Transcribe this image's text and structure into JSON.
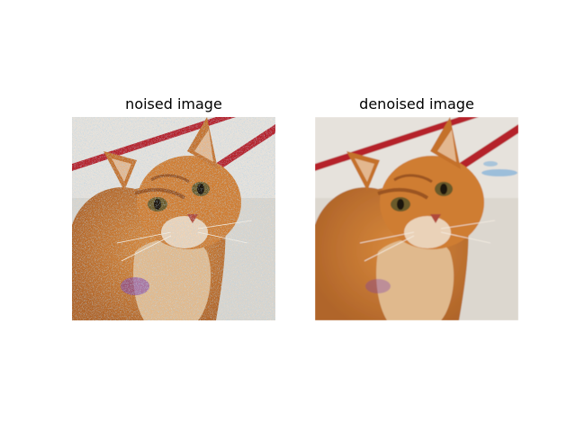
{
  "figure": {
    "panels": [
      {
        "title": "noised image",
        "variant": "noisy"
      },
      {
        "title": "denoised image",
        "variant": "clean"
      }
    ]
  },
  "palette": {
    "background": "#ffffff",
    "ground": "#d9d4cc",
    "rail": "#b5222b",
    "fur_orange": "#c8772f",
    "fur_light": "#e6c49a",
    "eye": "#6b5a2a",
    "noise_blue": "#6aa6d8",
    "noise_purple": "#7b3fb0"
  }
}
